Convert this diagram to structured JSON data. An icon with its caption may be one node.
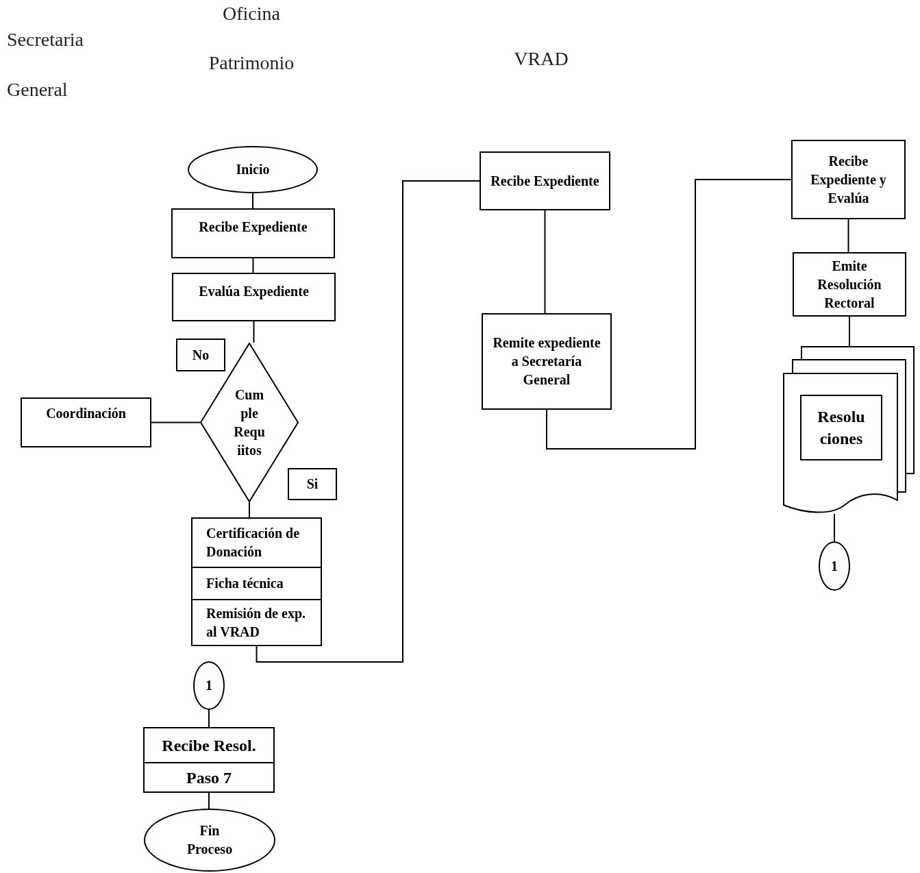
{
  "diagram": {
    "nodes": [
      {
        "text": [
          "Inicio"
        ]
      },
      {
        "text": [
          "Recibe  Expediente"
        ]
      },
      {
        "text": [
          "Evalúa Expediente"
        ]
      },
      {
        "text": [
          "No"
        ]
      },
      {
        "text": [
          "Coordinación"
        ]
      },
      {
        "text": [
          "Cum ple Requ iitos"
        ]
      },
      {
        "text": [
          "Si"
        ]
      },
      {
        "text": [
          "Certificación de Donación",
          "Ficha técnica",
          "Remisión de exp. al VRAD"
        ]
      },
      {
        "text": [
          "1"
        ]
      },
      {
        "text": [
          "Recibe Resol.",
          "Paso 7"
        ]
      },
      {
        "text": [
          "Fin Proceso"
        ]
      },
      {
        "text": [
          "Recibe Expediente"
        ]
      },
      {
        "text": [
          "Remite expediente a Secretaría General"
        ]
      },
      {
        "text": [
          "Recibe Expediente y Evalúa"
        ]
      },
      {
        "text": [
          "Emite Resolución Rectoral"
        ]
      },
      {
        "text": [],
        "shape": "document"
      },
      {
        "text": [
          "Resolu ciones"
        ],
        "in": 15
      },
      {
        "text": [
          "1"
        ]
      }
    ],
    "edges": [
      {
        "from": 0,
        "to": 1,
        "arrow": "none"
      },
      {
        "from": 1,
        "to": 2,
        "arrow": "none"
      },
      {
        "from": 2,
        "to": 5,
        "arrow": "none"
      },
      {
        "from": 5,
        "to": 4,
        "arrow": "none"
      },
      {
        "from": 5,
        "to": 7,
        "arrow": "none"
      },
      {
        "from": 7,
        "to": 11,
        "arrow": "none"
      },
      {
        "from": 11,
        "to": 12,
        "arrow": "none"
      },
      {
        "from": 12,
        "to": 13,
        "arrow": "none"
      },
      {
        "from": 13,
        "to": 14,
        "arrow": "none"
      },
      {
        "from": 14,
        "to": 15,
        "arrow": "none"
      },
      {
        "from": 15,
        "to": 17,
        "arrow": "none"
      },
      {
        "from": 8,
        "to": 9,
        "arrow": "none"
      },
      {
        "from": 9,
        "to": 10,
        "arrow": "none"
      }
    ],
    "labels": [
      "Secretaria General",
      "Oficina Patrimonio",
      "VRAD"
    ]
  }
}
